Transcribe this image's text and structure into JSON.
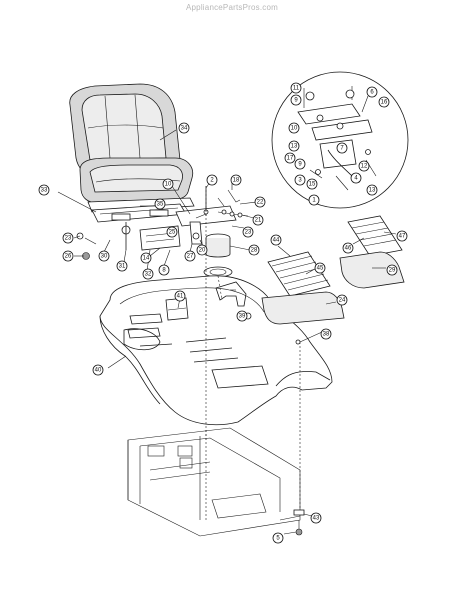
{
  "watermark": "AppliancePartsPros.com",
  "callouts": [
    {
      "id": "c34",
      "text": "34"
    },
    {
      "id": "c33",
      "text": "33"
    },
    {
      "id": "c23",
      "text": "23"
    },
    {
      "id": "c26",
      "text": "26"
    },
    {
      "id": "c30",
      "text": "30"
    },
    {
      "id": "c31",
      "text": "31"
    },
    {
      "id": "c32",
      "text": "32"
    },
    {
      "id": "c35",
      "text": "35"
    },
    {
      "id": "c14",
      "text": "14"
    },
    {
      "id": "c8a",
      "text": "8"
    },
    {
      "id": "c27",
      "text": "27"
    },
    {
      "id": "c20",
      "text": "20"
    },
    {
      "id": "c10a",
      "text": "10"
    },
    {
      "id": "c2",
      "text": "2"
    },
    {
      "id": "c18",
      "text": "18"
    },
    {
      "id": "c21",
      "text": "21"
    },
    {
      "id": "c22",
      "text": "22"
    },
    {
      "id": "c23b",
      "text": "23"
    },
    {
      "id": "c28",
      "text": "28"
    },
    {
      "id": "c25",
      "text": "25"
    },
    {
      "id": "c41",
      "text": "41"
    },
    {
      "id": "c39",
      "text": "39"
    },
    {
      "id": "c38",
      "text": "38"
    },
    {
      "id": "c40",
      "text": "40"
    },
    {
      "id": "c44",
      "text": "44"
    },
    {
      "id": "c45",
      "text": "45"
    },
    {
      "id": "c24",
      "text": "24"
    },
    {
      "id": "c29",
      "text": "29"
    },
    {
      "id": "c46",
      "text": "46"
    },
    {
      "id": "c47",
      "text": "47"
    },
    {
      "id": "c43",
      "text": "43"
    },
    {
      "id": "c11",
      "text": "11"
    },
    {
      "id": "c9a",
      "text": "9"
    },
    {
      "id": "c6",
      "text": "6"
    },
    {
      "id": "c16",
      "text": "16"
    },
    {
      "id": "c10b",
      "text": "10"
    },
    {
      "id": "c13a",
      "text": "13"
    },
    {
      "id": "c7",
      "text": "7"
    },
    {
      "id": "c17",
      "text": "17"
    },
    {
      "id": "c9b",
      "text": "9"
    },
    {
      "id": "c3",
      "text": "3"
    },
    {
      "id": "c15",
      "text": "15"
    },
    {
      "id": "c1",
      "text": "1"
    },
    {
      "id": "c4",
      "text": "4"
    },
    {
      "id": "c13b",
      "text": "13"
    },
    {
      "id": "c12",
      "text": "12"
    },
    {
      "id": "c5",
      "text": "5"
    }
  ]
}
